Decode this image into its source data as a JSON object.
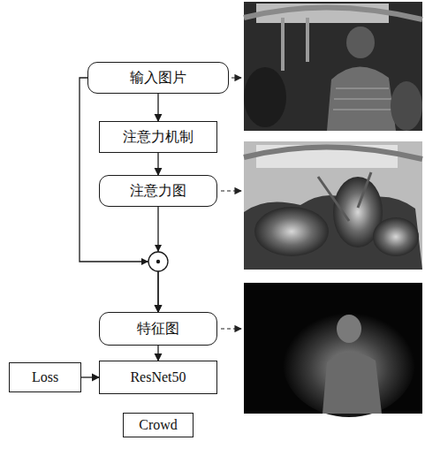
{
  "diagram": {
    "nodes": [
      {
        "text": [
          "输入图片"
        ]
      },
      {
        "text": [
          "注意力机制"
        ]
      },
      {
        "text": [
          "注意力图"
        ]
      },
      {
        "text": [
          "特征图"
        ]
      },
      {
        "text": [
          "Loss"
        ]
      },
      {
        "text": [
          "ResNet50"
        ]
      },
      {
        "text": [
          "Crowd"
        ]
      }
    ],
    "edges": [
      {
        "from": 0,
        "to": 1,
        "arrow": "to"
      },
      {
        "from": 1,
        "to": 2,
        "arrow": "to"
      },
      {
        "from": 0,
        "to": 3,
        "arrow": "to"
      },
      {
        "from": 2,
        "to": 3,
        "arrow": "to"
      },
      {
        "from": 3,
        "to": 5,
        "arrow": "to"
      },
      {
        "from": 4,
        "to": 5,
        "arrow": "to"
      },
      {
        "from": 6,
        "to": 6,
        "arrow": "none"
      }
    ]
  }
}
